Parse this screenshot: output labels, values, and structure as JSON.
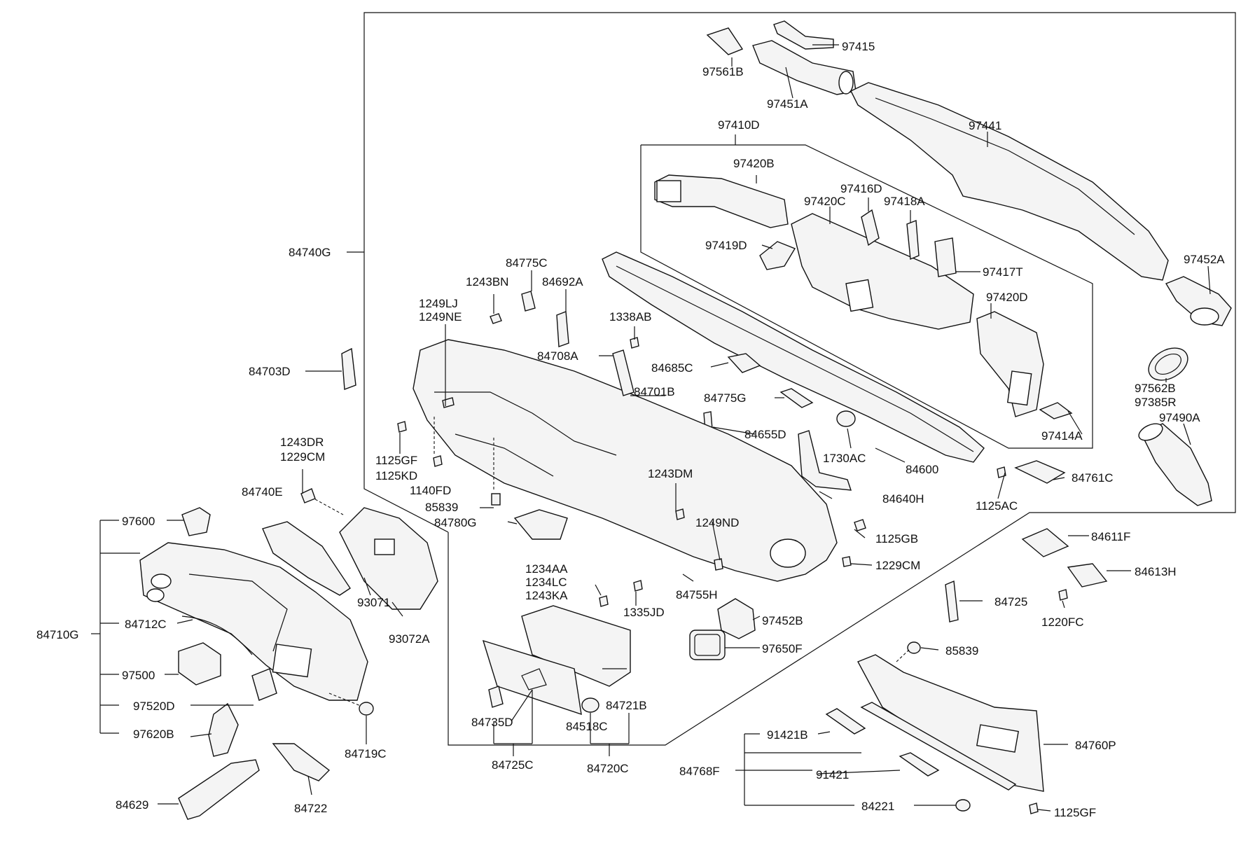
{
  "diagram": {
    "labels": {
      "p97415": "97415",
      "p97561B": "97561B",
      "p97451A": "97451A",
      "p97441": "97441",
      "p97410D": "97410D",
      "p97420B": "97420B",
      "p97416D": "97416D",
      "p97420C": "97420C",
      "p97418A": "97418A",
      "p97419D": "97419D",
      "p97417T": "97417T",
      "p97452A": "97452A",
      "p97420D": "97420D",
      "p97562B": "97562B",
      "p97385R": "97385R",
      "p97490A": "97490A",
      "p97414A": "97414A",
      "p84740G": "84740G",
      "p84775C": "84775C",
      "p1243BN": "1243BN",
      "p84692A": "84692A",
      "p1249LJ": "1249LJ",
      "p1249NE": "1249NE",
      "p1338AB": "1338AB",
      "p84708A": "84708A",
      "p84685C": "84685C",
      "p84703D": "84703D",
      "p84701B": "84701B",
      "p84775G": "84775G",
      "p84655D": "84655D",
      "p1730AC": "1730AC",
      "p84600": "84600",
      "p1125GF_a": "1125GF",
      "p1125KD": "1125KD",
      "p1140FD": "1140FD",
      "p85839_a": "85839",
      "p84780G": "84780G",
      "p1243DM": "1243DM",
      "p84640H": "84640H",
      "p1125AC": "1125AC",
      "p84761C": "84761C",
      "p1243DR": "1243DR",
      "p1229CM_a": "1229CM",
      "p84740E": "84740E",
      "p1249ND": "1249ND",
      "p1125GB": "1125GB",
      "p1229CM_b": "1229CM",
      "p97600": "97600",
      "p84611F": "84611F",
      "p84613H": "84613H",
      "p1234AA": "1234AA",
      "p1234LC": "1234LC",
      "p1243KA": "1243KA",
      "p84755H": "84755H",
      "p1335JD": "1335JD",
      "p93071": "93071",
      "p93072A": "93072A",
      "p97452B": "97452B",
      "p84725_a": "84725",
      "p1220FC": "1220FC",
      "p84712C": "84712C",
      "p84710G": "84710G",
      "p97650F": "97650F",
      "p85839_b": "85839",
      "p97500": "97500",
      "p97520D": "97520D",
      "p84721B": "84721B",
      "p84735D": "84735D",
      "p84518C": "84518C",
      "p97620B": "97620B",
      "p84719C": "84719C",
      "p91421B": "91421B",
      "p84760P": "84760P",
      "p84725C": "84725C",
      "p84720C": "84720C",
      "p84768F": "84768F",
      "p91421": "91421",
      "p84629": "84629",
      "p84722": "84722",
      "p84221": "84221",
      "p1125GF_b": "1125GF"
    }
  }
}
